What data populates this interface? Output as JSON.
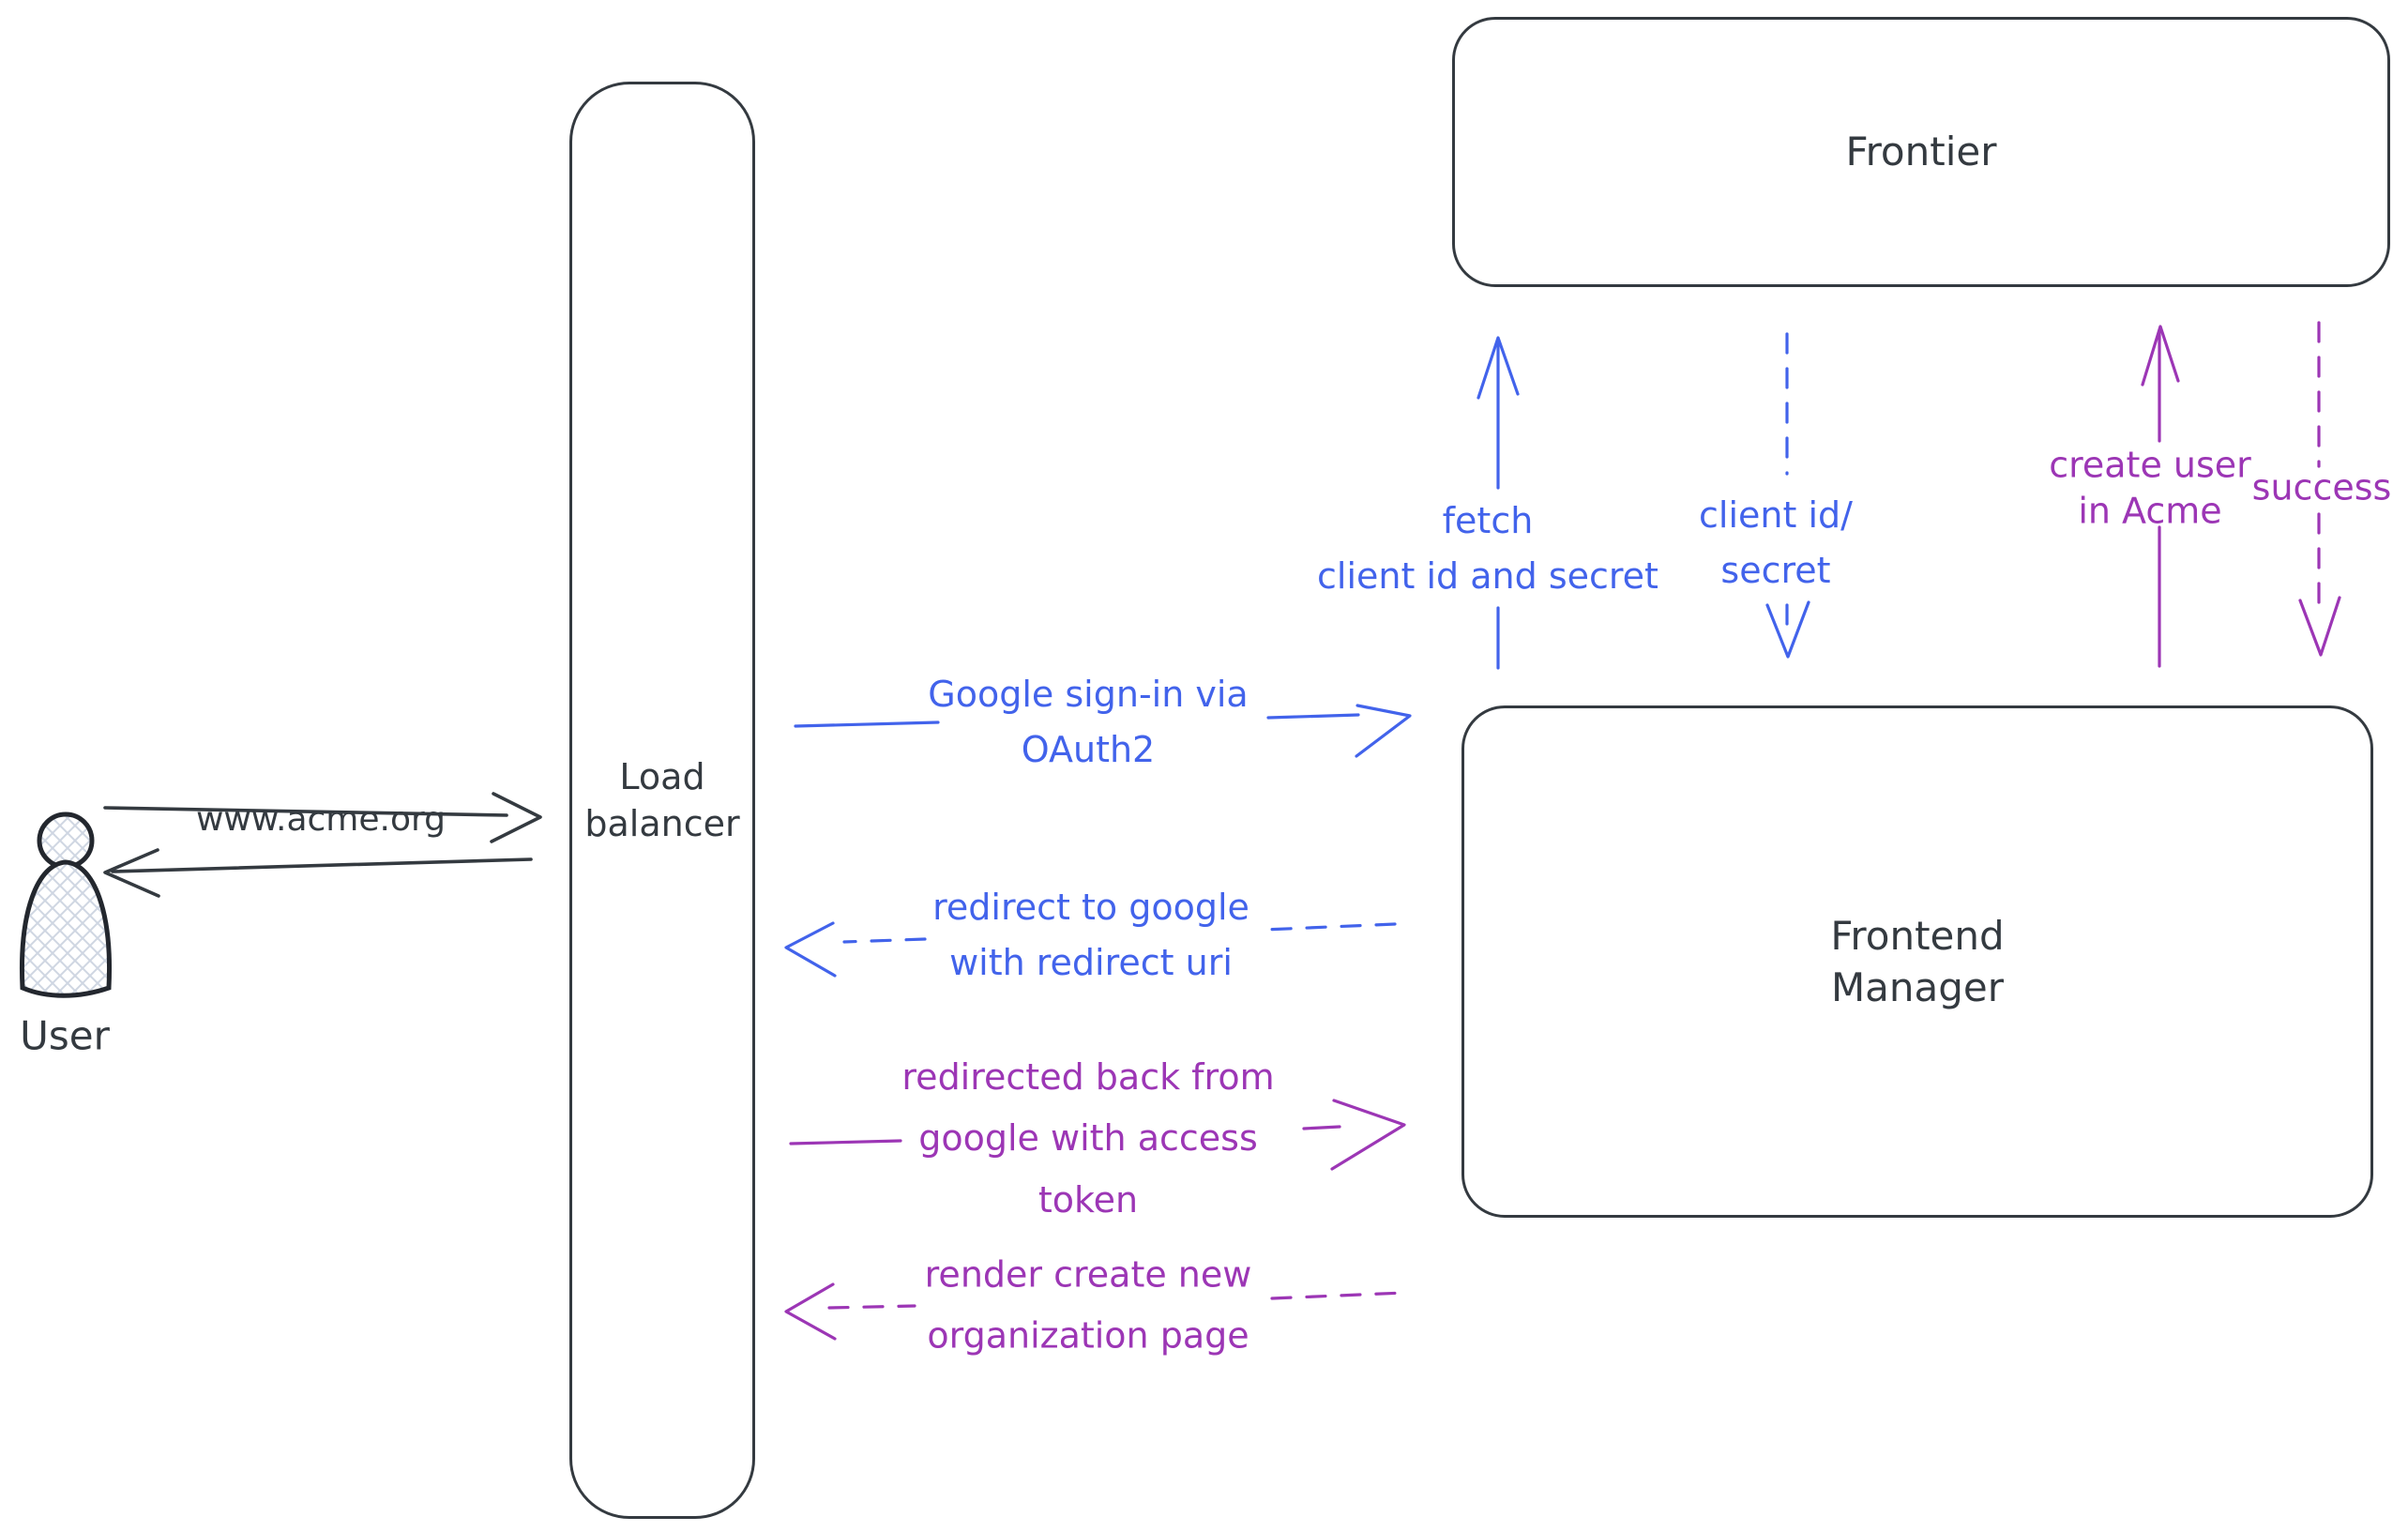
{
  "colors": {
    "ink": "#343a40",
    "blue": "#4263eb",
    "purple": "#9c36b5",
    "background": "#ffffff"
  },
  "nodes": {
    "user": {
      "label": "User",
      "type": "actor"
    },
    "load_balancer": {
      "label": "Load\nbalancer",
      "type": "box"
    },
    "frontier": {
      "label": "Frontier",
      "type": "box"
    },
    "frontend_manager": {
      "label": "Frontend\nManager",
      "type": "box"
    }
  },
  "edges": {
    "www_acme": {
      "label": "www.acme.org",
      "from": "user",
      "to": "load_balancer",
      "style": "solid",
      "color": "ink"
    },
    "lb_response": {
      "label": "",
      "from": "load_balancer",
      "to": "user",
      "style": "solid",
      "color": "ink"
    },
    "google_signin": {
      "label": "Google sign-in via\nOAuth2",
      "from": "load_balancer",
      "to": "frontend_manager",
      "style": "solid",
      "color": "blue"
    },
    "redirect_google": {
      "label": "redirect to google\nwith redirect uri",
      "from": "frontend_manager",
      "to": "load_balancer",
      "style": "dashed",
      "color": "blue"
    },
    "fetch_creds": {
      "label": "fetch\nclient id and secret",
      "from": "frontend_manager",
      "to": "frontier",
      "style": "solid",
      "color": "blue"
    },
    "client_id_secret": {
      "label": "client id/\nsecret",
      "from": "frontier",
      "to": "frontend_manager",
      "style": "dashed",
      "color": "blue"
    },
    "create_user": {
      "label": "create user\nin Acme",
      "from": "frontend_manager",
      "to": "frontier",
      "style": "solid",
      "color": "purple"
    },
    "success": {
      "label": "success",
      "from": "frontier",
      "to": "frontend_manager",
      "style": "dashed",
      "color": "purple"
    },
    "redirected_back": {
      "label": "redirected back from\ngoogle with access\ntoken",
      "from": "load_balancer",
      "to": "frontend_manager",
      "style": "solid",
      "color": "purple"
    },
    "render_page": {
      "label": "render create new\norganization page",
      "from": "frontend_manager",
      "to": "load_balancer",
      "style": "dashed",
      "color": "purple"
    }
  }
}
